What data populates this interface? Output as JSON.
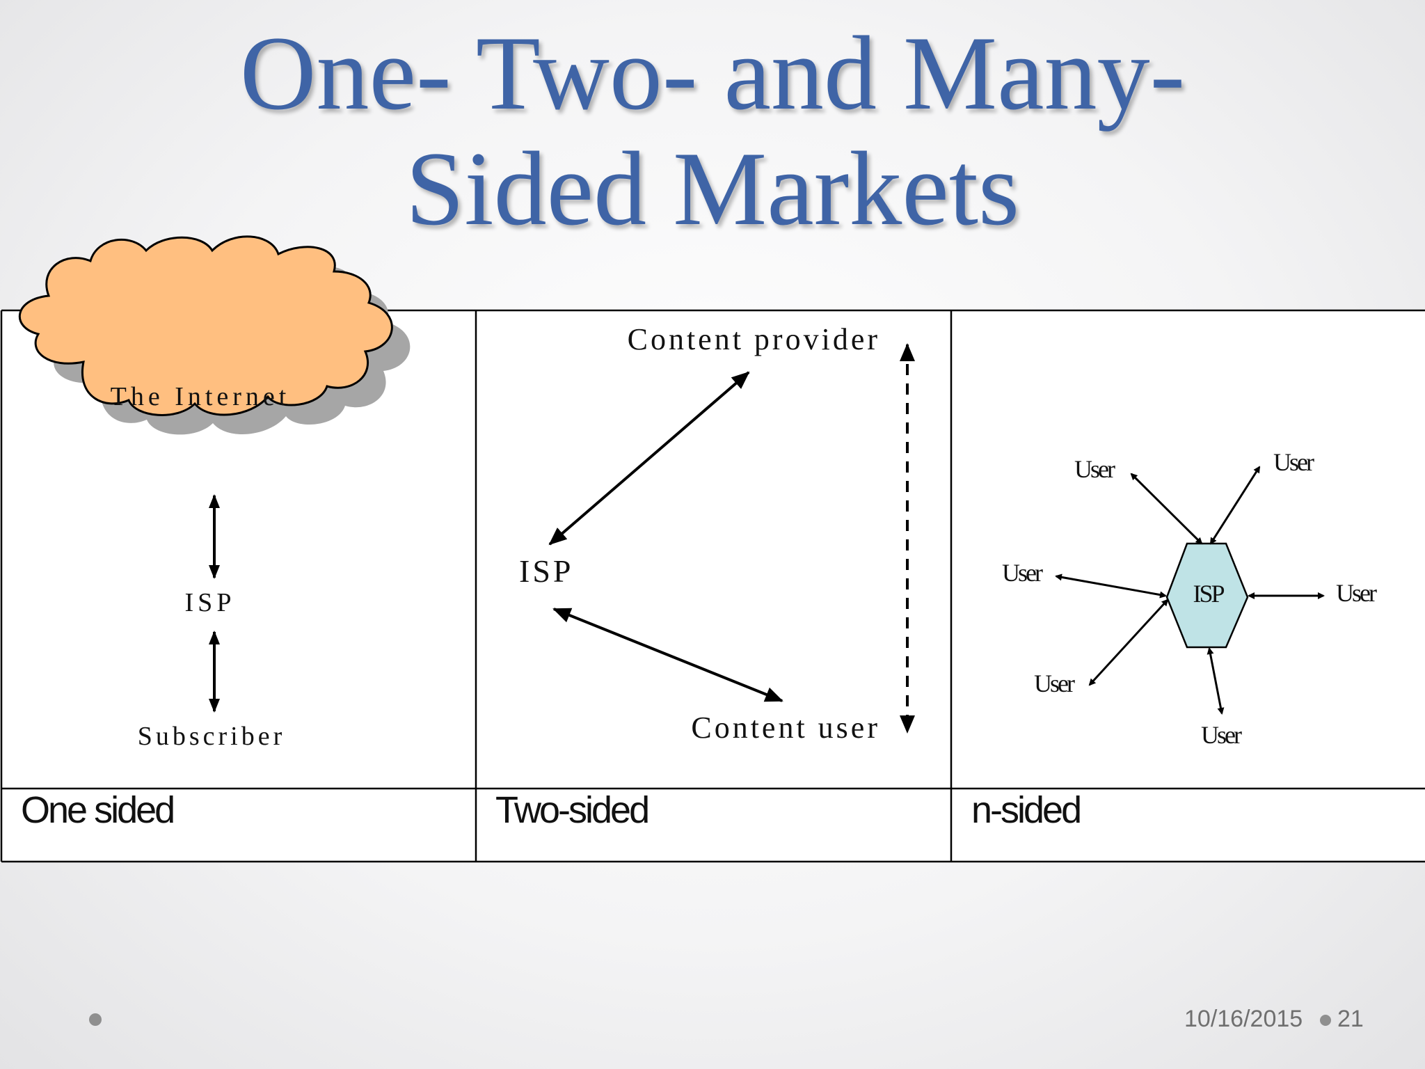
{
  "slide": {
    "title_line1": "One- Two- and Many-",
    "title_line2": "Sided Markets",
    "date": "10/16/2015",
    "page_number": "21"
  },
  "panels": {
    "one_sided": {
      "cloud_label": "The Internet",
      "isp_label": "ISP",
      "subscriber_label": "Subscriber",
      "caption": "One sided",
      "cloud_color": "#ffbf80"
    },
    "two_sided": {
      "provider_label": "Content provider",
      "isp_label": "ISP",
      "user_label": "Content user",
      "caption": "Two-sided"
    },
    "n_sided": {
      "hub_label": "ISP",
      "user_labels": [
        "User",
        "User",
        "User",
        "User",
        "User",
        "User"
      ],
      "caption": "n-sided",
      "hub_color": "#bfe3e6"
    }
  },
  "colors": {
    "title": "#3f64a6",
    "footer_text": "#6f6f6f"
  }
}
